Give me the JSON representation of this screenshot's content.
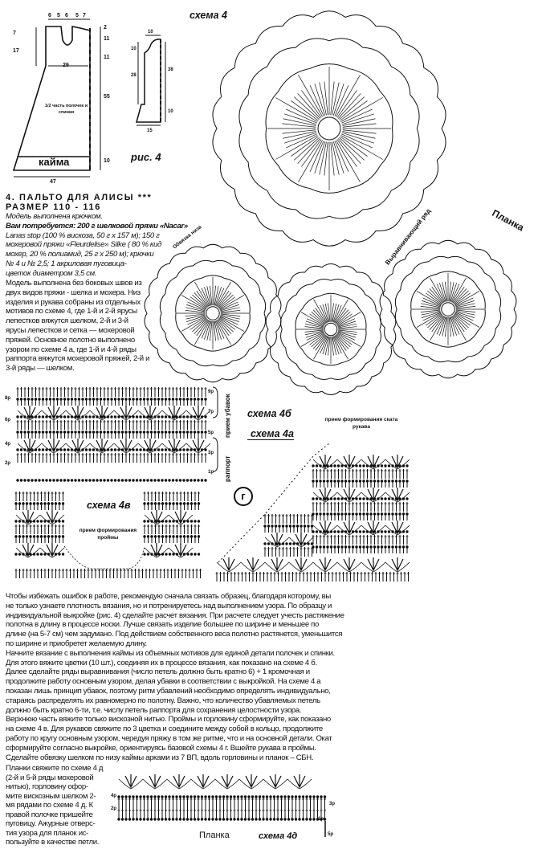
{
  "pattern": {
    "fig_label": "рис. 4",
    "front_label": "1/2 часть полочек и спинки",
    "border_label": "кайма",
    "dims_top": [
      "6",
      "5",
      "6",
      "5",
      "7"
    ],
    "dims_left": [
      "7",
      "17"
    ],
    "dims_right": [
      "2",
      "11",
      "11",
      "55",
      "10"
    ],
    "dim_width_29": "29",
    "dim_width_47": "47",
    "sleeve_top": "10",
    "sleeve_left": [
      "10",
      "28"
    ],
    "sleeve_right": [
      "38",
      "10"
    ],
    "sleeve_bottom": "15"
  },
  "article": {
    "title": "4. ПАЛЬТО ДЛЯ АЛИСЫ ***",
    "size": "РАЗМЕР   110 - 116",
    "intro_lines": [
      "Модель выполнена крючком.",
      "Вам потребуется: 200 г шелковой пряжи «Nacar»",
      "Lanas stop (100 % вискоза, 50 г х 157 м); 150 г",
      "мохеровой пряжи «Fleurdelise» Silke ( 80 % кид",
      "мохер, 20 % полиамид, 25 г х 250 м); крючки",
      "№ 4 и № 2,5; 1 акриловая пуговица-",
      "цветок диаметром 3,5 см."
    ],
    "body_lines": [
      "Модель выполнена без боковых швов из",
      "двух видов пряжи - шелка и мохера. Низ",
      "изделия и рукава собраны из отдельных",
      "мотивов по схеме 4, где 1-й и 2-й ярусы",
      "лепестков вяжутся шелком, 2-й и 3-й",
      "ярусы лепестков и сетка — мохеровой",
      "пряжей. Основное полотно выполнено",
      "узором по схеме 4 а, где 1-й и 4-й ряды",
      "раппорта вяжутся мохеровой пряжей, 2-й и",
      "3-й ряды — шелком."
    ],
    "main_lines": [
      "Чтобы избежать ошибок в работе, рекомендую сначала связать образец, благодаря которому, вы",
      "не только узнаете плотность вязания, но и потренируетесь над выполнением узора. По образцу и",
      "индивидуальной выкройке (рис. 4) сделайте расчет вязания. При расчете следует учесть растяжение",
      "полотна в длину в процессе носки. Лучше связать изделие большее по ширине и меньшее по",
      "длине (на 5-7 см) чем задумано. Под действием собственного веса полотно растянется, уменьшится",
      "по ширине и приобретет желаемую длину.",
      "Начните вязание с выполнения каймы из объемных мотивов для единой детали полочек и спинки.",
      "Для этого вяжите цветки (10 шт.), соединяя их в процессе вязания, как показано на схеме 4 б.",
      "Далее сделайте ряды выравнивания (число петель должно быть кратно 6) + 1 кромочная и",
      "продолжите работу основным узором, делая убавки в соответствии с выкройкой. На схеме 4 а",
      "показан лишь принцип убавок, поэтому ритм убавлений необходимо определять индивидуально,",
      "стараясь распределять их равномерно по полотну. Важно, что количество убавляемых петель",
      "должно быть кратно 6-ти, т.е. числу петель раппорта для сохранения целостности узора.",
      "Верхнюю часть вяжите только вискозной нитью. Проймы и горловину сформируйте, как показано",
      "на схеме 4 в.  Для рукавов свяжите по 3 цветка и соедините между собой в кольцо, продолжите",
      "работу по кругу основным узором, чередуя пряжу в том же ритме, что и на основной детали. Окат",
      "сформируйте согласно выкройке, ориентируясь базовой схемы 4 г. Вшейте рукава в проймы.",
      "Сделайте обвязку шелком по низу каймы арками из 7 ВП, вдоль горловины и планок – СБН."
    ],
    "plank_lines": [
      "Планки свяжите по схеме 4 д",
      "(2-й и 5-й ряды мохеровой",
      "нитью), горловину офор-",
      "мите вискозным шелком 2-",
      "мя рядами по схеме 4 д. К",
      "правой полочке пришейте",
      "пуговицу. Ажурные отверс-",
      "тия узора для планок ис-",
      "пользуйте в качестве петли."
    ]
  },
  "diagrams": {
    "schema4": "схема 4",
    "edge_label": "Обвязка низа",
    "align_row": "Выравнивающий ряд",
    "plank": "Планка",
    "schema4b": "схема 4б",
    "schema4a": "схема 4а",
    "decrease_label": "прием убавок",
    "rapport_label": "раппорт",
    "rows_left": [
      "8р",
      "6р",
      "4р",
      "2р"
    ],
    "rows_right": [
      "9р",
      "7р",
      "5р",
      "3р",
      "1р"
    ],
    "sleeve_cap": "прием формирования ската рукава",
    "schema4v": "схема 4в",
    "armhole": "прием формирования проймы",
    "g_label": "г",
    "plank_title": "Планка",
    "schema4d": "схема 4д",
    "plank_rows": [
      "4р",
      "2р",
      "3р",
      "1р",
      "5р"
    ]
  }
}
